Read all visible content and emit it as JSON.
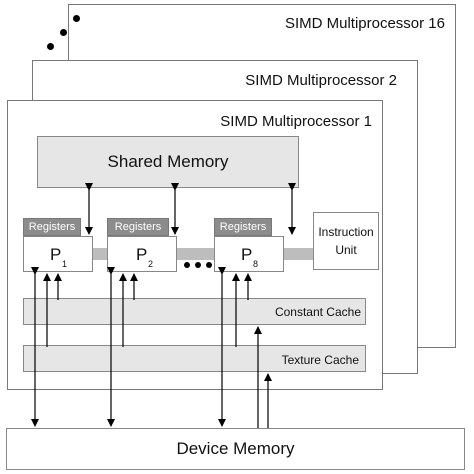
{
  "multiprocessors": [
    {
      "title": "SIMD Multiprocessor 16"
    },
    {
      "title": "SIMD Multiprocessor 2"
    },
    {
      "title": "SIMD Multiprocessor 1"
    }
  ],
  "shared_memory": {
    "label": "Shared Memory"
  },
  "processors": [
    {
      "registers": "Registers",
      "name": "P",
      "sub": "1"
    },
    {
      "registers": "Registers",
      "name": "P",
      "sub": "2"
    },
    {
      "registers": "Registers",
      "name": "P",
      "sub": "8"
    }
  ],
  "instruction_unit": {
    "line1": "Instruction",
    "line2": "Unit"
  },
  "constant_cache": {
    "label": "Constant Cache"
  },
  "texture_cache": {
    "label": "Texture Cache"
  },
  "device_memory": {
    "label": "Device Memory"
  },
  "colors": {
    "gray_fill": "#e6e6e6",
    "register_fill": "#8c8c8c",
    "connector": "#bdbdbd"
  }
}
